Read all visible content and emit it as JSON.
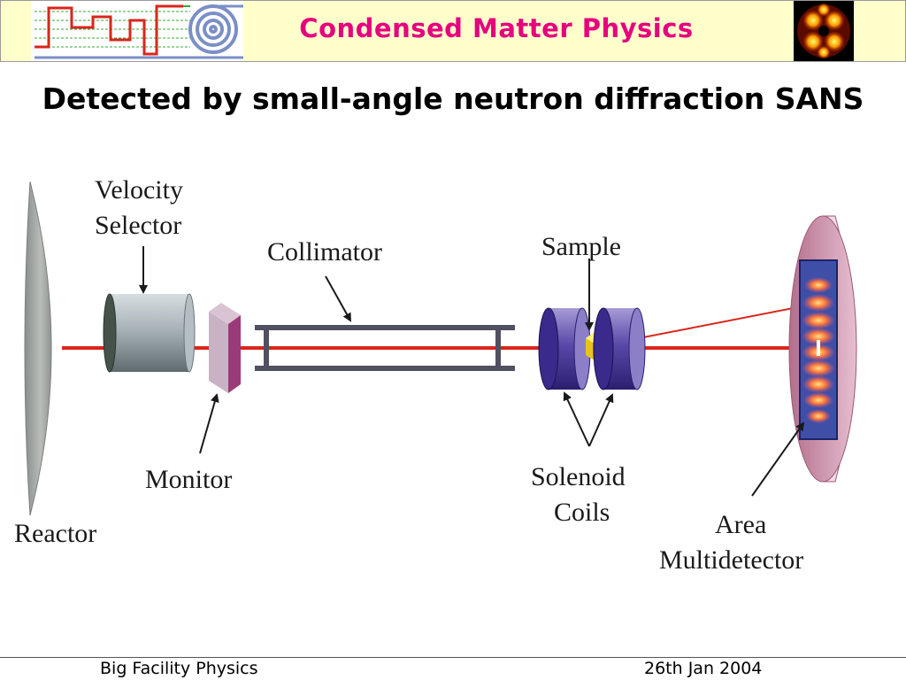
{
  "header": {
    "title": "Condensed Matter Physics",
    "logo_left": "waveform-spiral-logo-icon",
    "logo_right": "diffraction-pattern-image"
  },
  "slide": {
    "title": "Detected by small-angle neutron diffraction SANS"
  },
  "diagram": {
    "labels": {
      "velocity": "Velocity",
      "selector": "Selector",
      "collimator": "Collimator",
      "sample": "Sample",
      "monitor": "Monitor",
      "solenoid": "Solenoid",
      "coils": "Coils",
      "reactor": "Reactor",
      "area": "Area",
      "multidetector": "Multidetector"
    },
    "colors": {
      "beam": "#d9261c",
      "solenoid": "#3a2a8c",
      "monitor": "#9b3a78",
      "selector": "#8a979b",
      "detector_disc": "#c98aa3",
      "detector_panel": "#3f4fa8",
      "sample": "#f2d21b",
      "header_bg": "#ffffcc",
      "header_title": "#e6007e"
    }
  },
  "footer": {
    "left": "Big Facility Physics",
    "right": "26th Jan 2004"
  }
}
